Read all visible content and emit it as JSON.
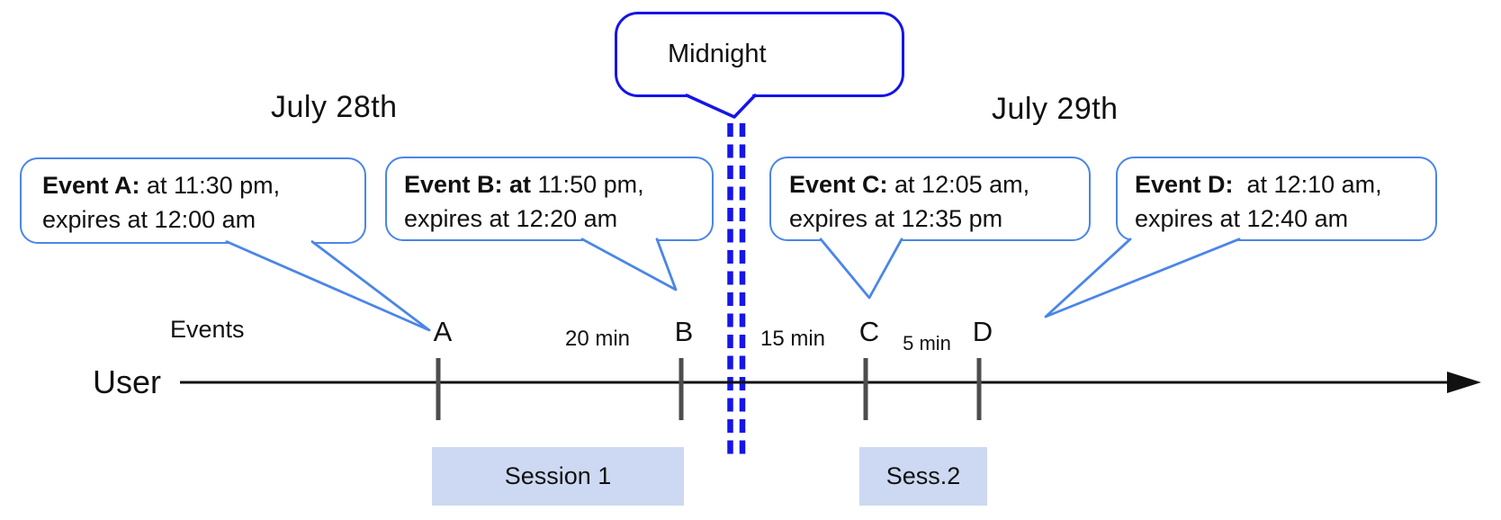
{
  "dates": {
    "left": "July 28th",
    "right": "July 29th"
  },
  "midnight": {
    "label": "Midnight"
  },
  "labels": {
    "events": "Events",
    "user": "User"
  },
  "callouts": [
    {
      "event": "A",
      "bold": "Event A:",
      "rest": " at 11:30 pm,",
      "line2": "expires at 12:00 am"
    },
    {
      "event": "B",
      "bold": "Event B: at",
      "rest": " 11:50 pm,",
      "line2": "expires at 12:20 am"
    },
    {
      "event": "C",
      "bold": "Event C:",
      "rest": " at 12:05 am,",
      "line2": "expires at 12:35 pm"
    },
    {
      "event": "D",
      "bold": "Event D:",
      "rest": "  at 12:10 am,",
      "line2": "expires at 12:40 am"
    }
  ],
  "ticks": [
    "A",
    "B",
    "C",
    "D"
  ],
  "intervals": [
    "20 min",
    "15 min",
    "5 min"
  ],
  "sessions": [
    "Session 1",
    "Sess.2"
  ],
  "colors": {
    "event_border": "#4a86e8",
    "midnight_blue": "#1515e8",
    "session_fill": "#cdd9f2",
    "tick_gray": "#4d4d4d",
    "axis_black": "#111111"
  }
}
